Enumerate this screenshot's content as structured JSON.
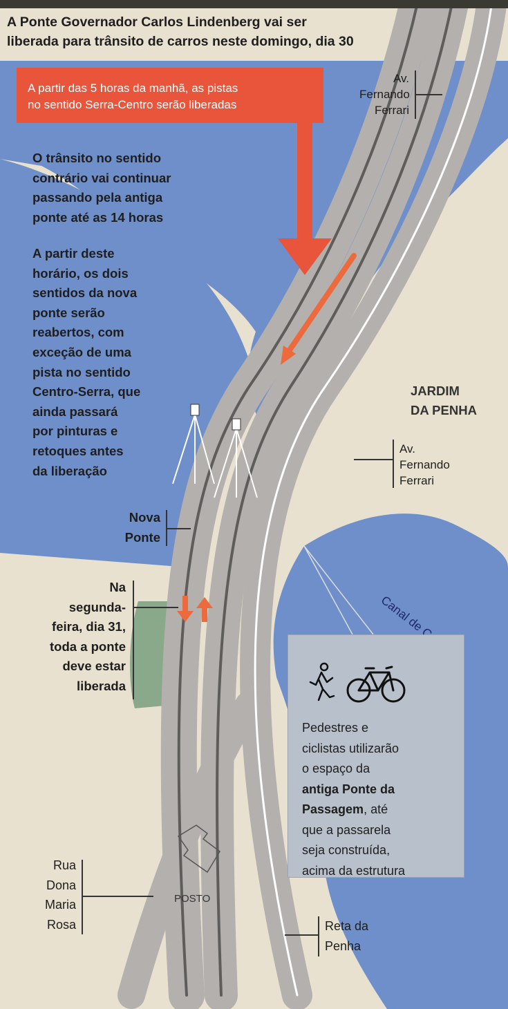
{
  "headline": {
    "line1": "A Ponte Governador Carlos Lindenberg vai ser",
    "line2": "liberada para trânsito de carros neste domingo, dia 30"
  },
  "red_box": {
    "line1": "A partir das 5 horas da manhã, as pistas",
    "line2": "no sentido Serra-Centro serão liberadas"
  },
  "paragraph1": [
    "O trânsito no sentido",
    "contrário vai continuar",
    "passando pela antiga",
    "ponte até as 14 horas"
  ],
  "paragraph2": [
    "A partir deste",
    "horário, os dois",
    "sentidos da nova",
    "ponte serão",
    "reabertos, com",
    "exceção de uma",
    "pista no sentido",
    "Centro-Serra, que",
    "ainda passará",
    "por pinturas e",
    "retoques antes",
    "da liberação"
  ],
  "labels": {
    "av_top": [
      "Av.",
      "Fernando",
      "Ferrari"
    ],
    "av_mid": [
      "Av.",
      "Fernando",
      "Ferrari"
    ],
    "jardim": [
      "JARDIM",
      "DA PENHA"
    ],
    "nova_ponte": [
      "Nova",
      "Ponte"
    ],
    "canal": "Canal de Camburi",
    "rua": [
      "Rua",
      "Dona",
      "Maria",
      "Rosa"
    ],
    "posto": "POSTO",
    "reta": [
      "Reta da",
      "Penha"
    ]
  },
  "monday": [
    "Na",
    "segunda-",
    "feira, dia 31,",
    "toda a ponte",
    "deve estar",
    "liberada"
  ],
  "info_box": {
    "line1": "Pedestres e",
    "line2": "ciclistas utilizarão",
    "line3": "o espaço da",
    "line4_bold": "antiga Ponte da",
    "line5_bold": "Passagem",
    "line5_rest": ", até",
    "line6": "que a passarela",
    "line7": "seja construída,",
    "line8": "acima da estrutura",
    "icons": [
      "pedestrian-icon",
      "bicycle-icon"
    ]
  },
  "colors": {
    "water": "#6f8fcb",
    "road": "#b3b0ad",
    "red": "#e8553a",
    "arrow_orange": "#ec6a3c",
    "park": "#8aa88a"
  }
}
